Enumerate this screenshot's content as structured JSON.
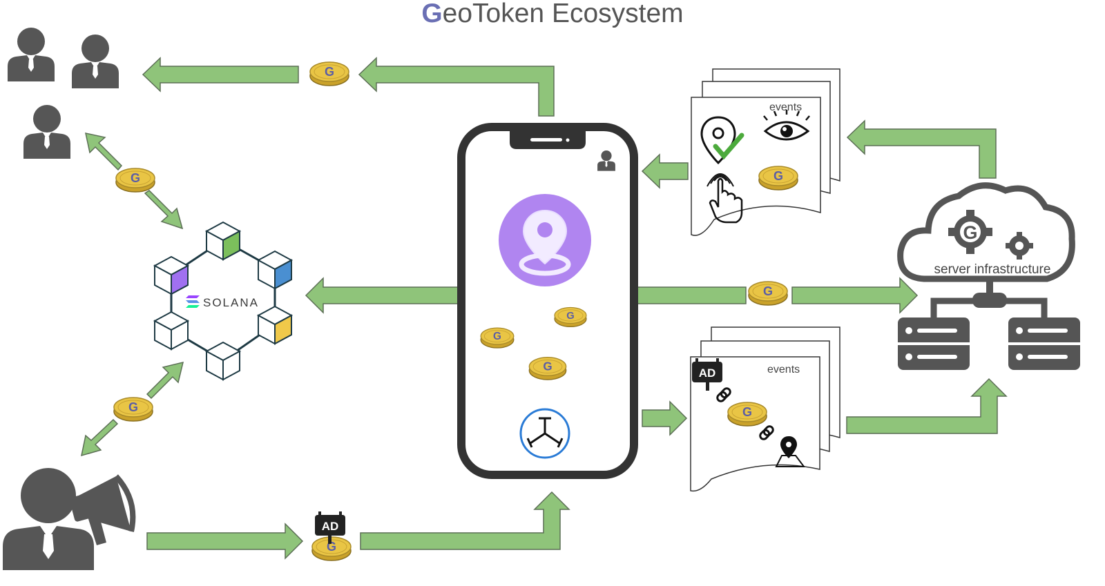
{
  "title": {
    "first_letter": "G",
    "rest": "eoToken Ecosystem"
  },
  "solana_label": "SOLANA",
  "events_top_label": "events",
  "events_bottom_label": "events",
  "ad_badge_bottom": "AD",
  "ad_badge_events": "AD",
  "server_label": "server infrastructure",
  "coin_letter": "G",
  "colors": {
    "arrow_fill": "#8fc47a",
    "arrow_stroke": "#5b6e55",
    "person": "#565656",
    "coin": "#e9c545",
    "coin_letter": "#5b5ea6",
    "app_purple": "#b085f0",
    "cube_green": "#7cbf5c",
    "cube_blue": "#4a8fd1",
    "cube_purple": "#a070f0",
    "cube_yellow": "#f0c94a",
    "server_gray": "#555555",
    "phone_border": "#333333"
  }
}
